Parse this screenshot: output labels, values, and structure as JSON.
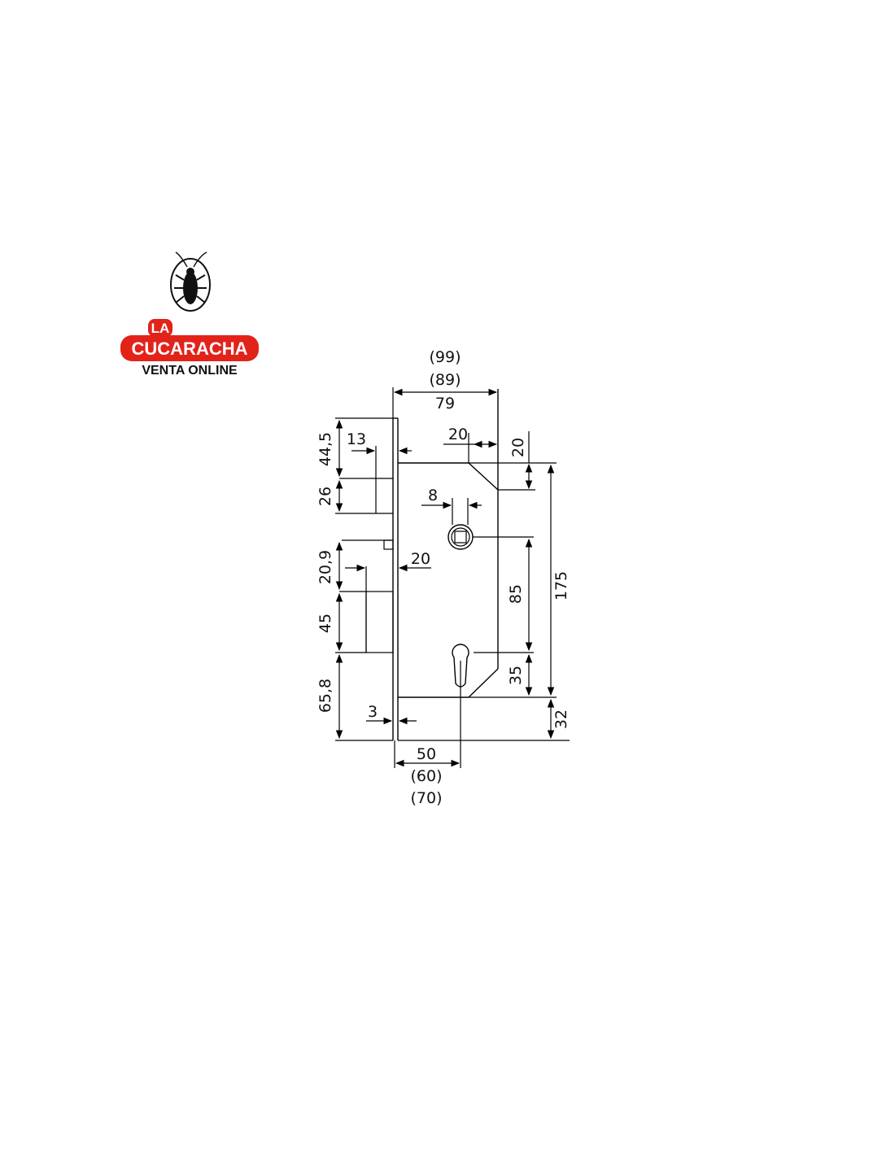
{
  "logo": {
    "line1": "LA",
    "line2": "CUCARACHA",
    "line3": "VENTA ONLINE",
    "icon": "cockroach-icon",
    "brand_red": "#e2231a"
  },
  "dimensions": {
    "width_99": "(99)",
    "width_89": "(89)",
    "width_79": "79",
    "top_offset": "44,5",
    "faceplate_13": "13",
    "latch_height": "26",
    "corner_20_h": "20",
    "corner_20_v": "20",
    "follower_8": "8",
    "gap_20_9": "20,9",
    "bolt_20": "20",
    "bolt_height": "45",
    "bottom_offset": "65,8",
    "faceplate_3": "3",
    "centre_85": "85",
    "cylinder_35": "35",
    "body_175": "175",
    "bottom_32": "32",
    "backset_50": "50",
    "backset_60": "(60)",
    "backset_70": "(70)"
  }
}
